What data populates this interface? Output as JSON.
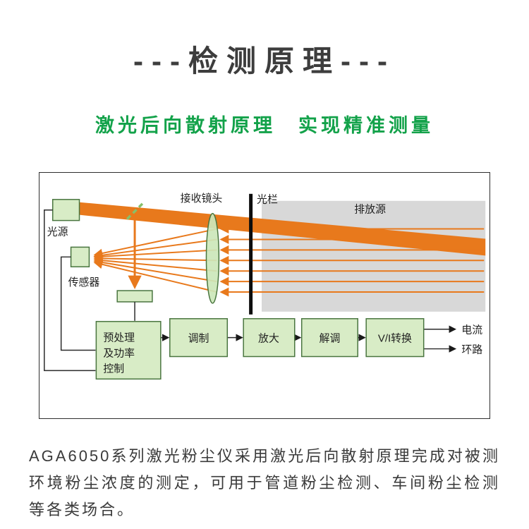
{
  "page": {
    "title": "---检测原理---",
    "subtitle": "激光后向散射原理　实现精准测量",
    "description": "AGA6050系列激光粉尘仪采用激光后向散射原理完成对被测环境粉尘浓度的测定，可用于管道粉尘检测、车间粉尘检测等各类场合。"
  },
  "diagram": {
    "labels": {
      "light_source": "光源",
      "sensor": "传感器",
      "receiving_lens": "接收镜头",
      "aperture": "光栏",
      "emission_source": "排放源"
    },
    "blocks": {
      "preprocess_lines": [
        "预处理",
        "及功率",
        "控制"
      ],
      "modulation": "调制",
      "amplification": "放大",
      "demodulation": "解调",
      "vi_conversion": "V/I转换"
    },
    "outputs": {
      "current": "电流",
      "loop": "环路"
    },
    "colors": {
      "accent_green": "#13a24a",
      "beam_orange": "#e8791c",
      "box_fill": "#d8ecc6",
      "box_border": "#49753f",
      "emission_area": "#d8d8d8",
      "aperture_black": "#0d0d0d"
    }
  }
}
